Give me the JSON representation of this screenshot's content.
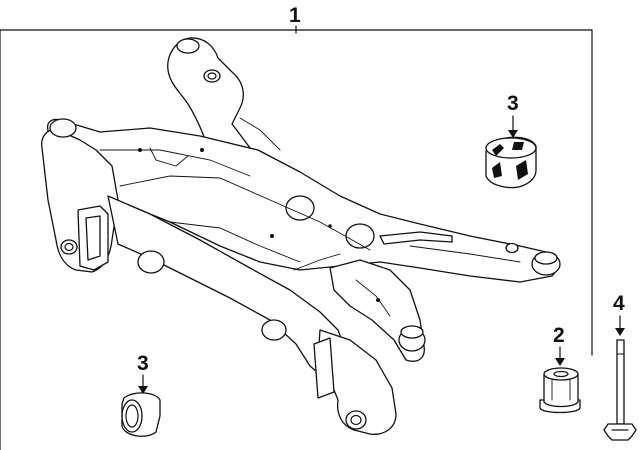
{
  "diagram": {
    "callouts": [
      {
        "id": "c1",
        "label": "1",
        "part": "subframe-assembly"
      },
      {
        "id": "c2",
        "label": "2",
        "part": "bushing-rear"
      },
      {
        "id": "c3a",
        "label": "3",
        "part": "bushing-upper"
      },
      {
        "id": "c3b",
        "label": "3",
        "part": "bushing-lower"
      },
      {
        "id": "c4",
        "label": "4",
        "part": "mounting-bolt"
      }
    ]
  }
}
